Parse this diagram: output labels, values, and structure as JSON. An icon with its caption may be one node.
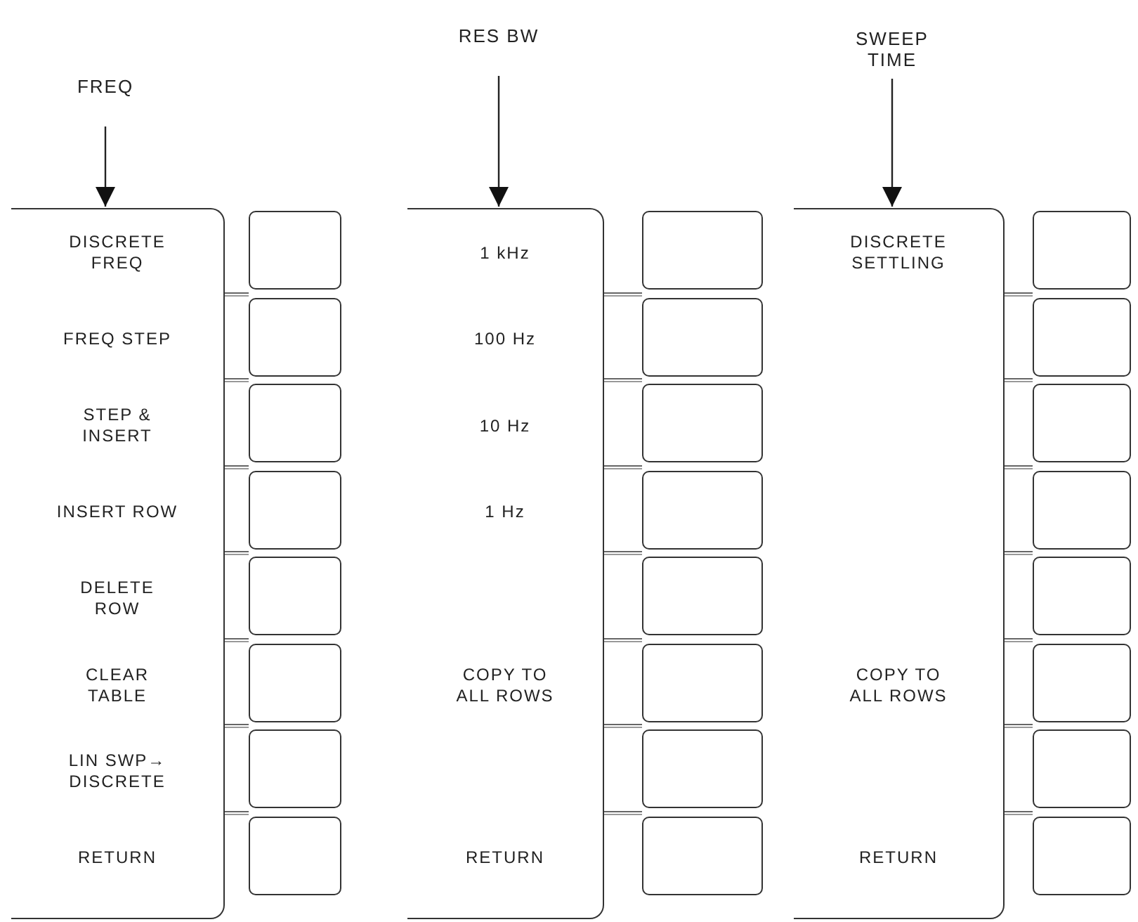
{
  "diagram": {
    "nodes": [
      {
        "text": [
          "FREQ"
        ]
      },
      {
        "text": [
          "DISCRETE FREQ",
          "FREQ STEP",
          "STEP & INSERT",
          "INSERT ROW",
          "DELETE ROW",
          "CLEAR TABLE",
          "LIN SWP→ DISCRETE",
          "RETURN"
        ]
      },
      {
        "text": [],
        "shape": "box"
      },
      {
        "text": [],
        "shape": "box"
      },
      {
        "text": [],
        "shape": "box"
      },
      {
        "text": [],
        "shape": "box"
      },
      {
        "text": [],
        "shape": "box"
      },
      {
        "text": [],
        "shape": "box"
      },
      {
        "text": [],
        "shape": "box"
      },
      {
        "text": [],
        "shape": "box"
      },
      {
        "text": [
          "RES BW"
        ]
      },
      {
        "text": [
          "1 kHz",
          "100 Hz",
          "10 Hz",
          "1 Hz",
          "COPY TO ALL ROWS",
          "RETURN"
        ]
      },
      {
        "text": [],
        "shape": "box"
      },
      {
        "text": [],
        "shape": "box"
      },
      {
        "text": [],
        "shape": "box"
      },
      {
        "text": [],
        "shape": "box"
      },
      {
        "text": [],
        "shape": "box"
      },
      {
        "text": [],
        "shape": "box"
      },
      {
        "text": [],
        "shape": "box"
      },
      {
        "text": [],
        "shape": "box"
      },
      {
        "text": [
          "SWEEP TIME"
        ]
      },
      {
        "text": [
          "DISCRETE SETTLING",
          "COPY TO ALL ROWS",
          "RETURN"
        ]
      },
      {
        "text": [],
        "shape": "box"
      },
      {
        "text": [],
        "shape": "box"
      },
      {
        "text": [],
        "shape": "box"
      },
      {
        "text": [],
        "shape": "box"
      },
      {
        "text": [],
        "shape": "box"
      },
      {
        "text": [],
        "shape": "box"
      },
      {
        "text": [],
        "shape": "box"
      },
      {
        "text": [],
        "shape": "box"
      }
    ],
    "edges": [
      {
        "from": 0,
        "to": 1,
        "arrow": "to"
      },
      {
        "from": 10,
        "to": 11,
        "arrow": "to"
      },
      {
        "from": 20,
        "to": 21,
        "arrow": "to"
      }
    ]
  }
}
